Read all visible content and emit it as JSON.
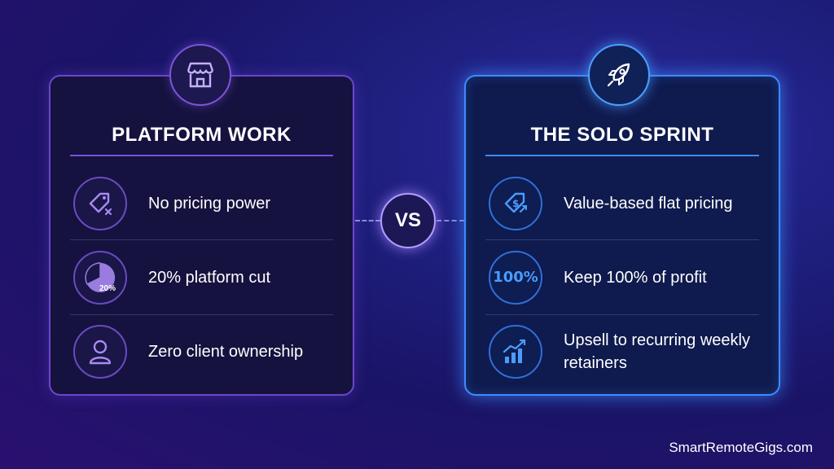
{
  "left_card": {
    "title": "PLATFORM WORK",
    "badge_icon": "storefront-icon",
    "accent": "#7a4fe0",
    "items": [
      {
        "icon": "price-tag-x-icon",
        "label": "No pricing power"
      },
      {
        "icon": "pie-chart-icon",
        "icon_text": "20%",
        "label": "20% platform cut"
      },
      {
        "icon": "user-icon",
        "label": "Zero client ownership"
      }
    ]
  },
  "right_card": {
    "title": "THE SOLO SPRINT",
    "badge_icon": "rocket-icon",
    "accent": "#3d8bff",
    "items": [
      {
        "icon": "dollar-tag-icon",
        "label": "Value-based flat pricing"
      },
      {
        "icon": "percent-badge-icon",
        "icon_text": "100%",
        "label": "Keep 100% of profit"
      },
      {
        "icon": "growth-chart-icon",
        "label": "Upsell to recurring weekly retainers"
      }
    ]
  },
  "vs_label": "VS",
  "watermark": "SmartRemoteGigs.com"
}
